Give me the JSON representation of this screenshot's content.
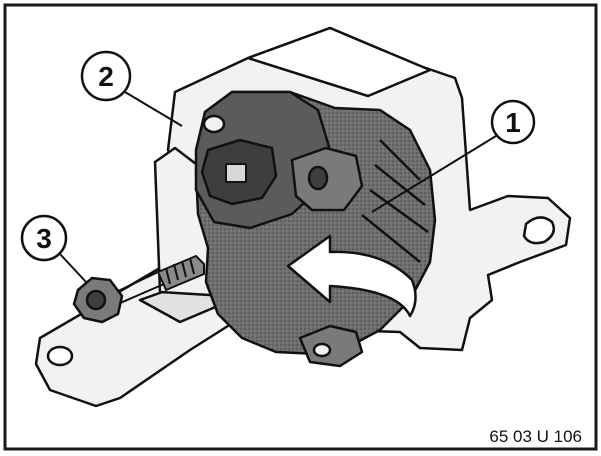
{
  "figure": {
    "reference_code": "65 03 U 106",
    "callouts": [
      {
        "label": "1",
        "part": "unit"
      },
      {
        "label": "2",
        "part": "bracket"
      },
      {
        "label": "3",
        "part": "nut"
      }
    ]
  },
  "colors": {
    "frame": "#1a1a1a",
    "bracket_fill": "#f2f2f2",
    "unit_fill": "#6f6f6f",
    "unit_dark": "#3e3e3e",
    "outline": "#111111",
    "background": "#ffffff"
  }
}
